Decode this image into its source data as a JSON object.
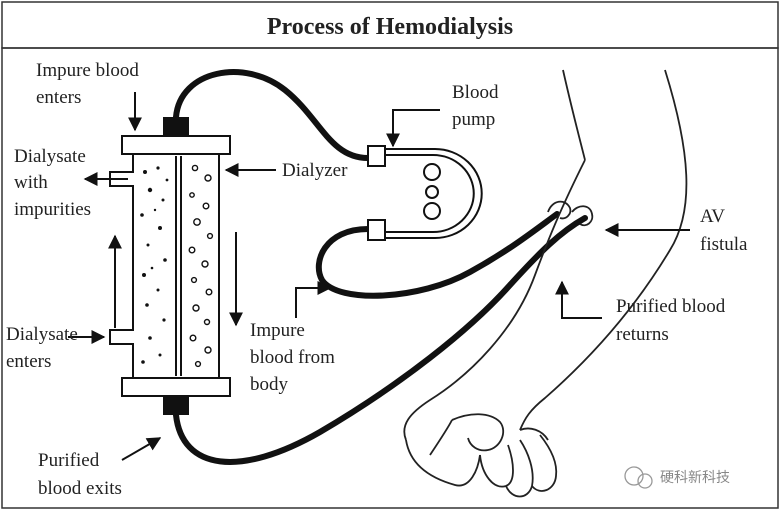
{
  "title": "Process of Hemodialysis",
  "labels": {
    "impure_blood_enters": [
      "Impure blood",
      "enters"
    ],
    "dialysate_impurities": [
      "Dialysate",
      "with",
      "impurities"
    ],
    "dialysate_enters": [
      "Dialysate",
      "enters"
    ],
    "purified_blood_exits": [
      "Purified",
      "blood exits"
    ],
    "dialyzer": [
      "Dialyzer"
    ],
    "blood_pump": [
      "Blood",
      "pump"
    ],
    "impure_blood_from_body": [
      "Impure",
      "blood from",
      "body"
    ],
    "av_fistula": [
      "AV",
      "fistula"
    ],
    "purified_blood_returns": [
      "Purified blood",
      "returns"
    ]
  },
  "watermark": "硬科新科技",
  "colors": {
    "line": "#111111",
    "background": "#ffffff",
    "text": "#222222"
  }
}
